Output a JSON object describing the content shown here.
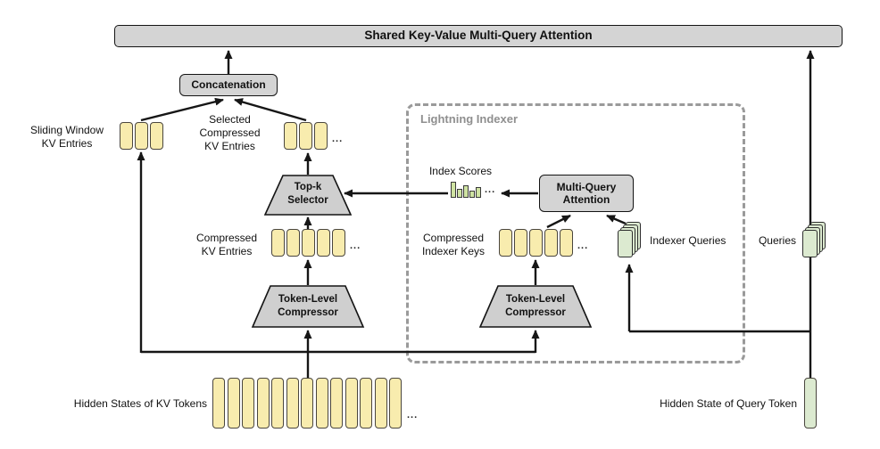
{
  "title": "Shared Key-Value Multi-Query Attention",
  "boxes": {
    "concatenation": "Concatenation",
    "top_k_selector": "Top-k\nSelector",
    "multi_query_attention": "Multi-Query\nAttention",
    "token_level_compressor_left": "Token-Level\nCompressor",
    "token_level_compressor_right": "Token-Level\nCompressor",
    "lightning_indexer": "Lightning Indexer"
  },
  "labels": {
    "sliding_window_kv": "Sliding Window\nKV Entries",
    "selected_compressed_kv": "Selected\nCompressed\nKV Entries",
    "compressed_kv": "Compressed\nKV Entries",
    "index_scores": "Index Scores",
    "compressed_indexer_keys": "Compressed\nIndexer Keys",
    "indexer_queries": "Indexer Queries",
    "queries": "Queries",
    "hidden_states_kv": "Hidden States of KV Tokens",
    "hidden_state_query": "Hidden State of Query Token",
    "ellipsis": "..."
  },
  "token_groups": {
    "sliding_window_count": 3,
    "selected_compressed_count": 3,
    "compressed_kv_count": 5,
    "compressed_indexer_keys_count": 5,
    "kv_hidden_states_count": 13,
    "query_hidden_state_count": 1,
    "indexer_queries_stack_count": 4,
    "queries_stack_count": 4
  },
  "index_scores_bars": [
    18,
    10,
    14,
    8,
    12
  ],
  "colors": {
    "box_gray": "#d4d4d4",
    "trapezoid_gray": "#cfcfcf",
    "token_yellow": "#f8ecae",
    "token_green": "#dcead0",
    "score_bar_green": "#cfe3a2",
    "dashed_border_gray": "#9a9a9a",
    "line_black": "#161616"
  }
}
